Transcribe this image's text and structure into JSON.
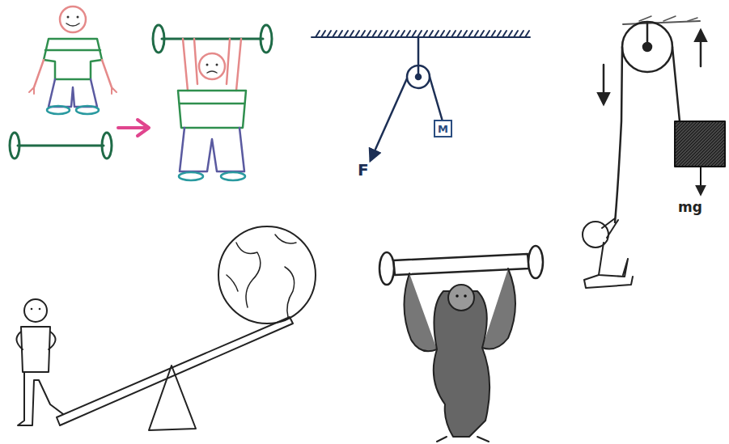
{
  "diagram": {
    "nodes": [
      {
        "text": [
          "M"
        ]
      }
    ],
    "labels": [
      "F",
      "mg"
    ]
  }
}
